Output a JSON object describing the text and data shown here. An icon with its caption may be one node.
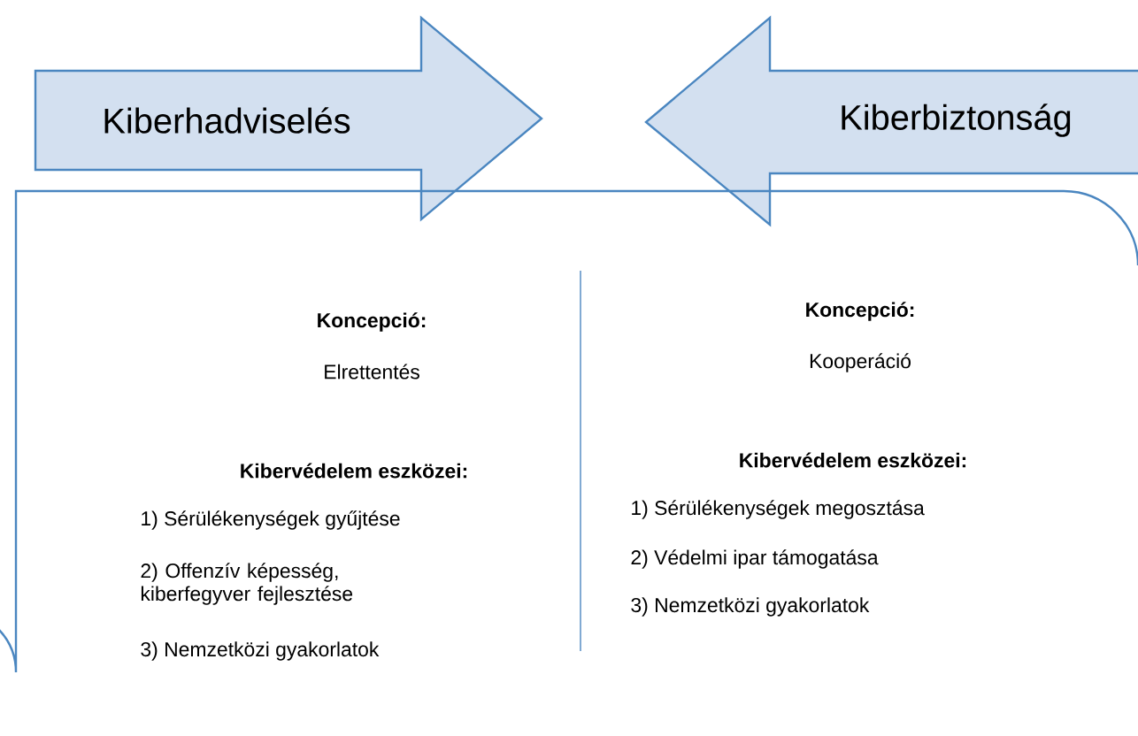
{
  "diagram": {
    "nodes": [
      {
        "text": [
          "Kiberhadviselés"
        ]
      },
      {
        "text": [
          "Kiberbiztonság"
        ]
      },
      {
        "text": [
          "Koncepció:",
          "Elrettentés",
          "Kibervédelem eszközei:",
          "1) Sérülékenységek gyűjtése",
          "2) Offenzív képesség, kiberfegyver fejlesztése",
          "3) Nemzetközi gyakorlatok",
          "Koncepció:",
          "Kooperáció",
          "Kibervédelem eszközei:",
          "1) Sérülékenységek megosztása",
          "2) Védelmi ipar támogatása",
          "3) Nemzetközi gyakorlatok"
        ]
      }
    ]
  }
}
